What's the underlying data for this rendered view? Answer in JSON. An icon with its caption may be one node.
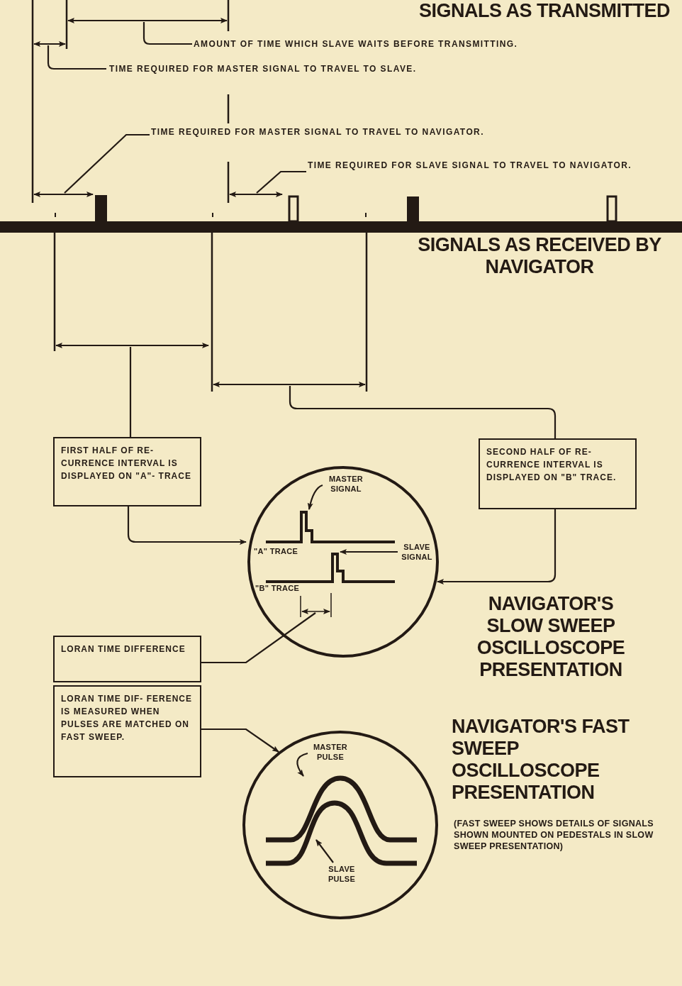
{
  "diagram": {
    "nodes": [
      {
        "text": [
          "FIRST HALF OF RE- CURRENCE INTERVAL IS DISPLAYED ON \"A\"- TRACE"
        ]
      },
      {
        "text": [
          "SECOND HALF OF RE- CURRENCE INTERVAL IS DISPLAYED ON \"B\" TRACE."
        ]
      },
      {
        "text": [],
        "shape": "circle"
      },
      {
        "text": [
          "MASTER SIGNAL"
        ],
        "in": 2
      },
      {
        "text": [
          "\"A\" TRACE"
        ],
        "in": 2
      },
      {
        "text": [
          "SLAVE SIGNAL"
        ],
        "in": 2
      },
      {
        "text": [
          "\"B\" TRACE"
        ],
        "in": 2
      },
      {
        "text": [
          "LORAN TIME DIFFERENCE"
        ]
      },
      {
        "text": [
          "LORAN TIME DIF- FERENCE IS MEASURED WHEN PULSES ARE MATCHED ON FAST SWEEP."
        ]
      },
      {
        "text": [],
        "shape": "circle"
      },
      {
        "text": [
          "MASTER PULSE"
        ],
        "in": 9
      },
      {
        "text": [
          "SLAVE PULSE"
        ],
        "in": 9
      },
      {
        "text": [
          "AMOUNT OF TIME WHICH SLAVE WAITS BEFORE TRANSMITTING."
        ]
      },
      {
        "text": [
          "TIME REQUIRED FOR MASTER SIGNAL TO TRAVEL TO SLAVE."
        ]
      },
      {
        "text": [
          "TIME REQUIRED FOR MASTER SIGNAL TO TRAVEL TO NAVIGATOR."
        ]
      },
      {
        "text": [
          "TIME REQUIRED FOR SLAVE SIGNAL TO TRAVEL TO NAVIGATOR."
        ]
      },
      {
        "text": [],
        "shape": "waveform",
        "in": 2
      },
      {
        "text": [],
        "shape": "waveform",
        "in": 9
      }
    ],
    "edges": [
      {
        "from": 12,
        "to": null,
        "arrow": "none"
      },
      {
        "from": 13,
        "to": null,
        "arrow": "none"
      },
      {
        "from": 14,
        "to": null,
        "arrow": "none"
      },
      {
        "from": 15,
        "to": null,
        "arrow": "none"
      },
      {
        "from": null,
        "to": 0,
        "arrow": "none"
      },
      {
        "from": null,
        "to": 1,
        "arrow": "none"
      },
      {
        "from": 0,
        "to": 2,
        "arrow": "to"
      },
      {
        "from": 1,
        "to": 2,
        "arrow": "to"
      },
      {
        "from": 7,
        "to": 16,
        "arrow": "none"
      },
      {
        "from": 8,
        "to": 9,
        "arrow": "to"
      },
      {
        "from": 3,
        "to": 16,
        "arrow": "to"
      },
      {
        "from": 5,
        "to": 16,
        "arrow": "to"
      },
      {
        "from": 10,
        "to": 17,
        "arrow": "to"
      },
      {
        "from": 11,
        "to": 17,
        "arrow": "to"
      }
    ],
    "labels": [
      "SIGNALS AS TRANSMITTED",
      "SIGNALS AS RECEIVED BY NAVIGATOR",
      "NAVIGATOR'S SLOW SWEEP OSCILLOSCOPE PRESENTATION",
      "NAVIGATOR'S FAST SWEEP OSCILLOSCOPE PRESENTATION",
      "(FAST SWEEP SHOWS DETAILS OF SIGNALS SHOWN MOUNTED ON PEDESTALS IN SLOW SWEEP PRESENTATION)"
    ]
  }
}
